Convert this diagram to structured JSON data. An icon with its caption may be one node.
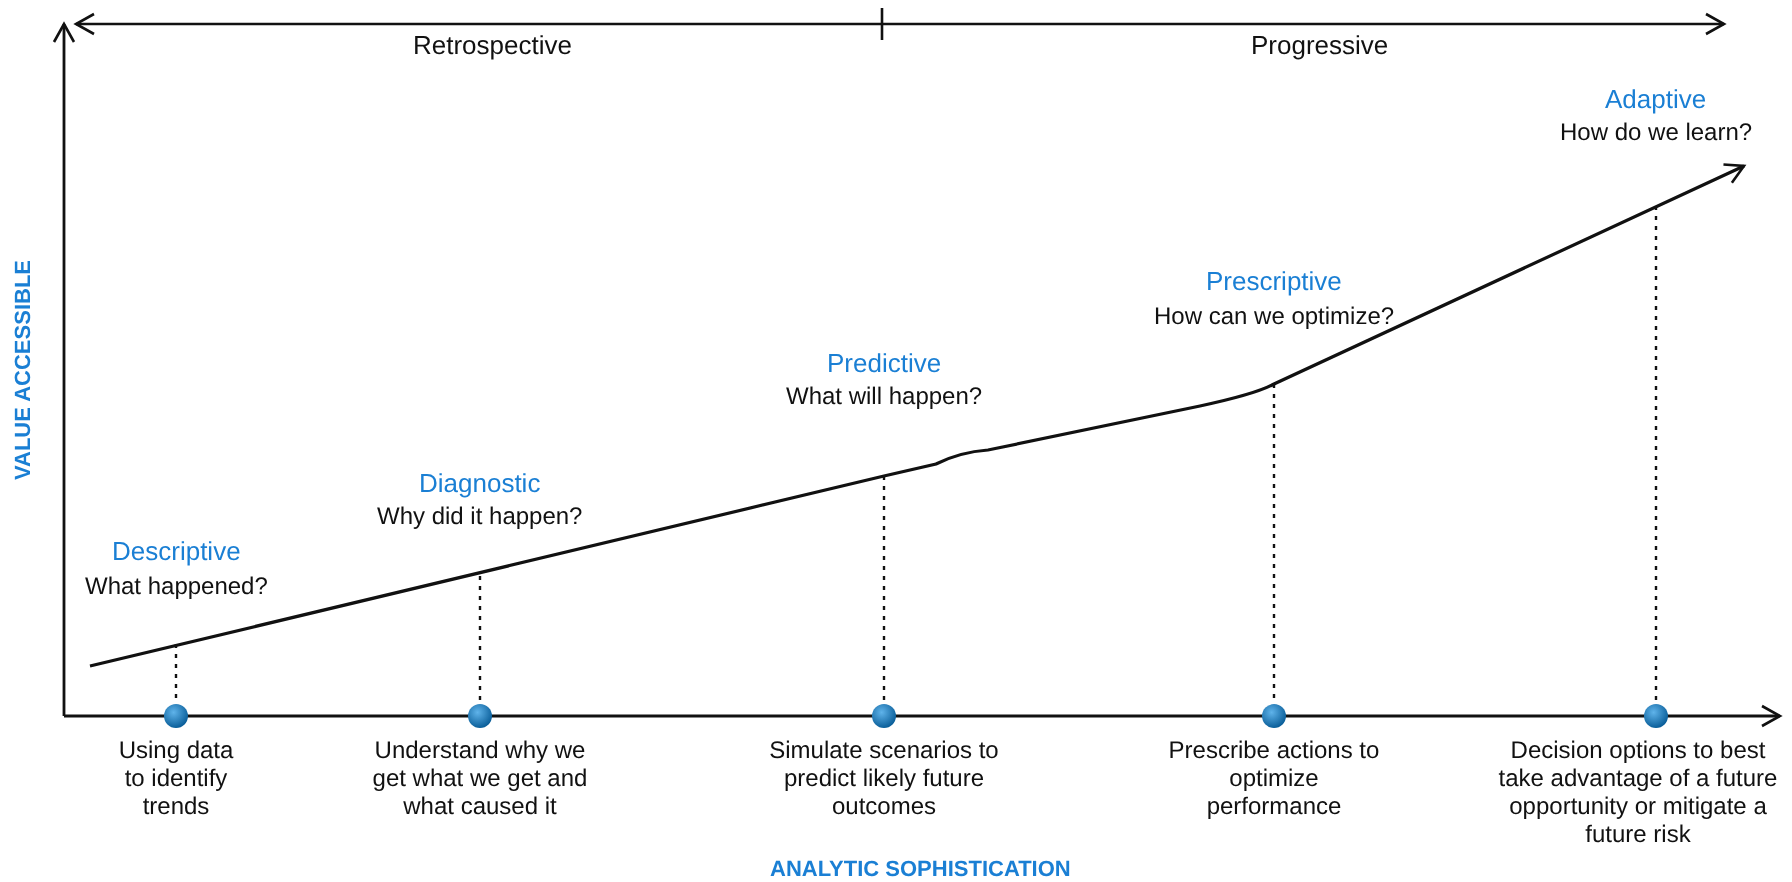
{
  "diagram": {
    "labels": [
      "Retrospective",
      "Progressive",
      "VALUE ACCESSIBLE",
      "Descriptive",
      "What happened?",
      "Diagnostic",
      "Why did it happen?",
      "Predictive",
      "What will happen?",
      "Prescriptive",
      "How can we optimize?",
      "Adaptive",
      "How do we learn?",
      "Using data to identify trends",
      "Understand why we get what we get and what caused it",
      "Simulate scenarios to predict likely future outcomes",
      "Prescribe actions to optimize performance",
      "Decision options to best take advantage of a future opportunity or mitigate a future risk",
      "ANALYTIC SOPHISTICATION"
    ]
  }
}
